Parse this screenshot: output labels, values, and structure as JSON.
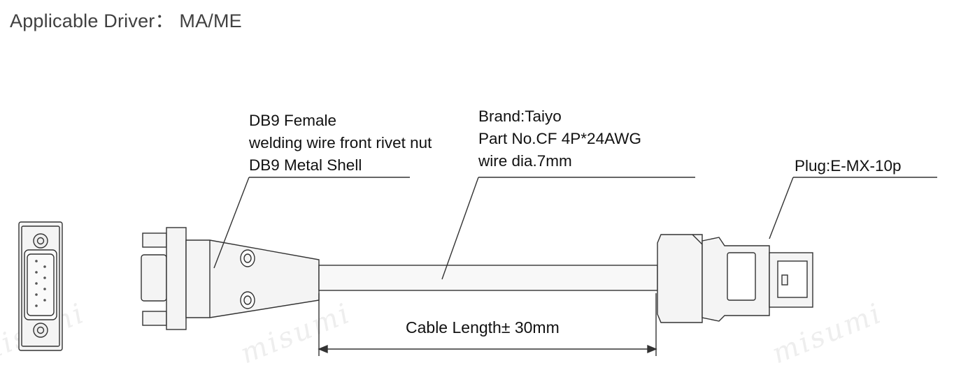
{
  "header": {
    "title": "Applicable Driver： MA/ME"
  },
  "callouts": {
    "db9": [
      "DB9 Female",
      "welding wire front rivet nut",
      "DB9 Metal Shell"
    ],
    "cable": [
      "Brand:Taiyo",
      "Part No.CF 4P*24AWG",
      "wire dia.7mm"
    ],
    "plug": "Plug:E-MX-10p"
  },
  "dimension": {
    "cable_length": "Cable Length± 30mm"
  },
  "watermark": "misumi"
}
